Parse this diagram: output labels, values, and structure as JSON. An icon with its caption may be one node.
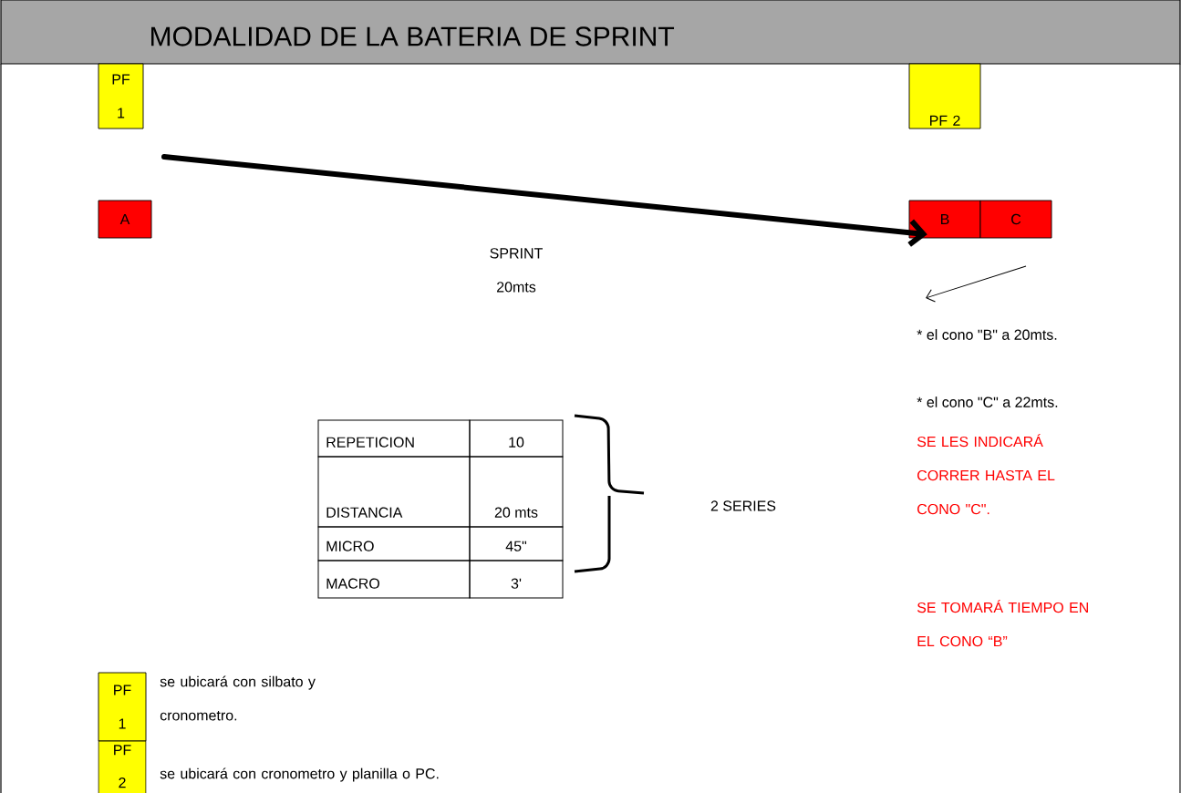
{
  "diagram": {
    "title": "MODALIDAD DE LA BATERIA DE SPRINT",
    "nodes": [
      {
        "text": [
          "PF 1"
        ]
      },
      {
        "text": [
          "PF 2"
        ]
      },
      {
        "text": [
          "A"
        ]
      },
      {
        "text": [
          "B"
        ]
      },
      {
        "text": [
          "C"
        ]
      },
      {
        "text": [
          "PF 1"
        ],
        "beside": [
          "se ubicará con silbato y cronometro."
        ]
      },
      {
        "text": [
          "PF 2"
        ],
        "beside": [
          "se ubicará con cronometro y planilla o PC."
        ]
      }
    ],
    "edges": [
      {
        "from": null,
        "to": 3,
        "arrow": "to"
      }
    ],
    "labels": [
      "SPRINT 20mts",
      "* el cono \"B\" a 20mts.",
      "* el cono \"C\" a 22mts.",
      "REPETICION",
      "10",
      "DISTANCIA",
      "20 mts",
      "MICRO",
      "45\"",
      "MACRO",
      "3'",
      "2 SERIES",
      "SE LES INDICARÁ CORRER HASTA EL CONO \"C\".",
      "SE TOMARÁ TIEMPO EN EL CONO “B”"
    ]
  }
}
